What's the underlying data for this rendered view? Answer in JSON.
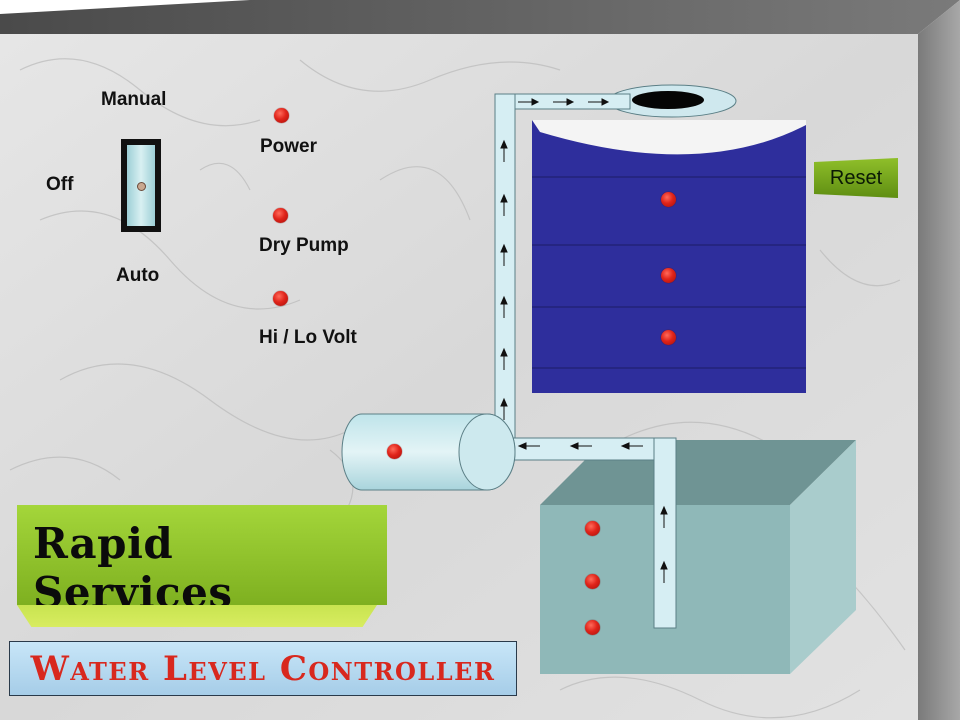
{
  "switch": {
    "top_label": "Manual",
    "left_label": "Off",
    "bottom_label": "Auto"
  },
  "indicators": [
    {
      "label": "Power"
    },
    {
      "label": "Dry Pump"
    },
    {
      "label": "Hi / Lo Volt"
    }
  ],
  "reset_button": {
    "label": "Reset"
  },
  "brand": {
    "name": "Rapid Services"
  },
  "title": {
    "text": "Water Level Controller"
  },
  "colors": {
    "overhead_tank": "#2e2e9c",
    "sump_tank": "#8ebcbc",
    "pipe": "#d6eef3",
    "indicator": "#e0241a",
    "brand_panel": "#8cc12a",
    "title_text": "#d8281e"
  },
  "icons": {
    "flow_arrow": "arrow-icon",
    "indicator": "led-icon"
  }
}
